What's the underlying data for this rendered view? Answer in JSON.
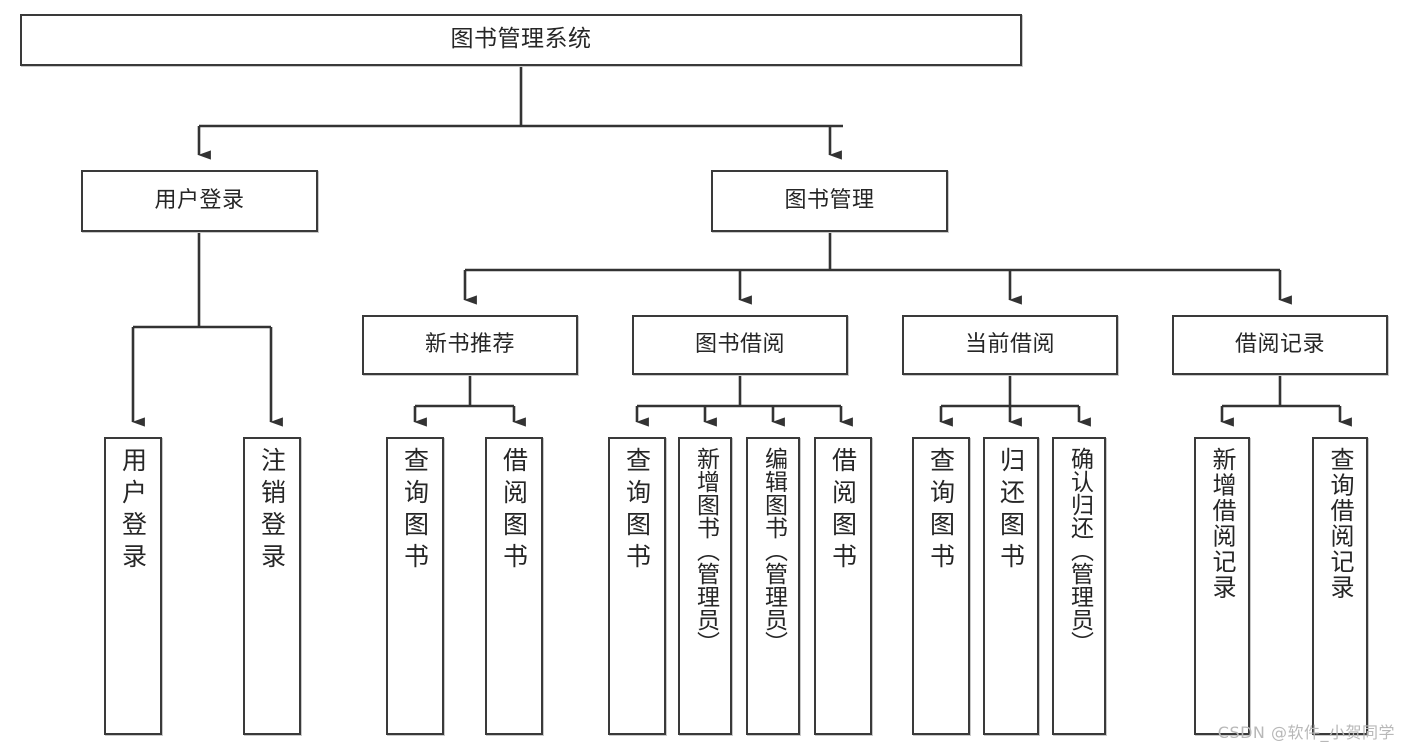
{
  "diagram": {
    "kind": "tree-hierarchy-chart",
    "title": "图书管理系统",
    "style": {
      "background": "#ffffff",
      "box_border": "#3a3a3a",
      "box_fill": "#ffffff",
      "text_color": "#262626",
      "connector_color": "#333333",
      "watermark_color": "#b8b8b8"
    }
  },
  "watermark": {
    "text": "CSDN @软件_小贺同学"
  },
  "nodes": {
    "root": {
      "label": "图书管理系统"
    },
    "level2": [
      {
        "id": "user-login",
        "label": "用户登录"
      },
      {
        "id": "book-manage",
        "label": "图书管理"
      }
    ],
    "level3": [
      {
        "id": "new-book-recommend",
        "label": "新书推荐"
      },
      {
        "id": "book-borrow",
        "label": "图书借阅"
      },
      {
        "id": "current-borrow",
        "label": "当前借阅"
      },
      {
        "id": "borrow-record",
        "label": "借阅记录"
      }
    ],
    "leaves": {
      "user_login": [
        {
          "id": "leaf-user-login",
          "label": "用户登录"
        },
        {
          "id": "leaf-logout",
          "label": "注销登录"
        }
      ],
      "new_book_recommend": [
        {
          "id": "leaf-query-book-1",
          "label": "查询图书"
        },
        {
          "id": "leaf-borrow-book-1",
          "label": "借阅图书"
        }
      ],
      "book_borrow": [
        {
          "id": "leaf-query-book-2",
          "label": "查询图书"
        },
        {
          "id": "leaf-add-book",
          "label": "新增图书（管理员）"
        },
        {
          "id": "leaf-edit-book",
          "label": "编辑图书（管理员）"
        },
        {
          "id": "leaf-borrow-book-2",
          "label": "借阅图书"
        }
      ],
      "current_borrow": [
        {
          "id": "leaf-query-book-3",
          "label": "查询图书"
        },
        {
          "id": "leaf-return-book",
          "label": "归还图书"
        },
        {
          "id": "leaf-confirm-return",
          "label": "确认归还（管理员）"
        }
      ],
      "borrow_record": [
        {
          "id": "leaf-add-record",
          "label": "新增借阅记录"
        },
        {
          "id": "leaf-query-record",
          "label": "查询借阅记录"
        }
      ]
    }
  }
}
